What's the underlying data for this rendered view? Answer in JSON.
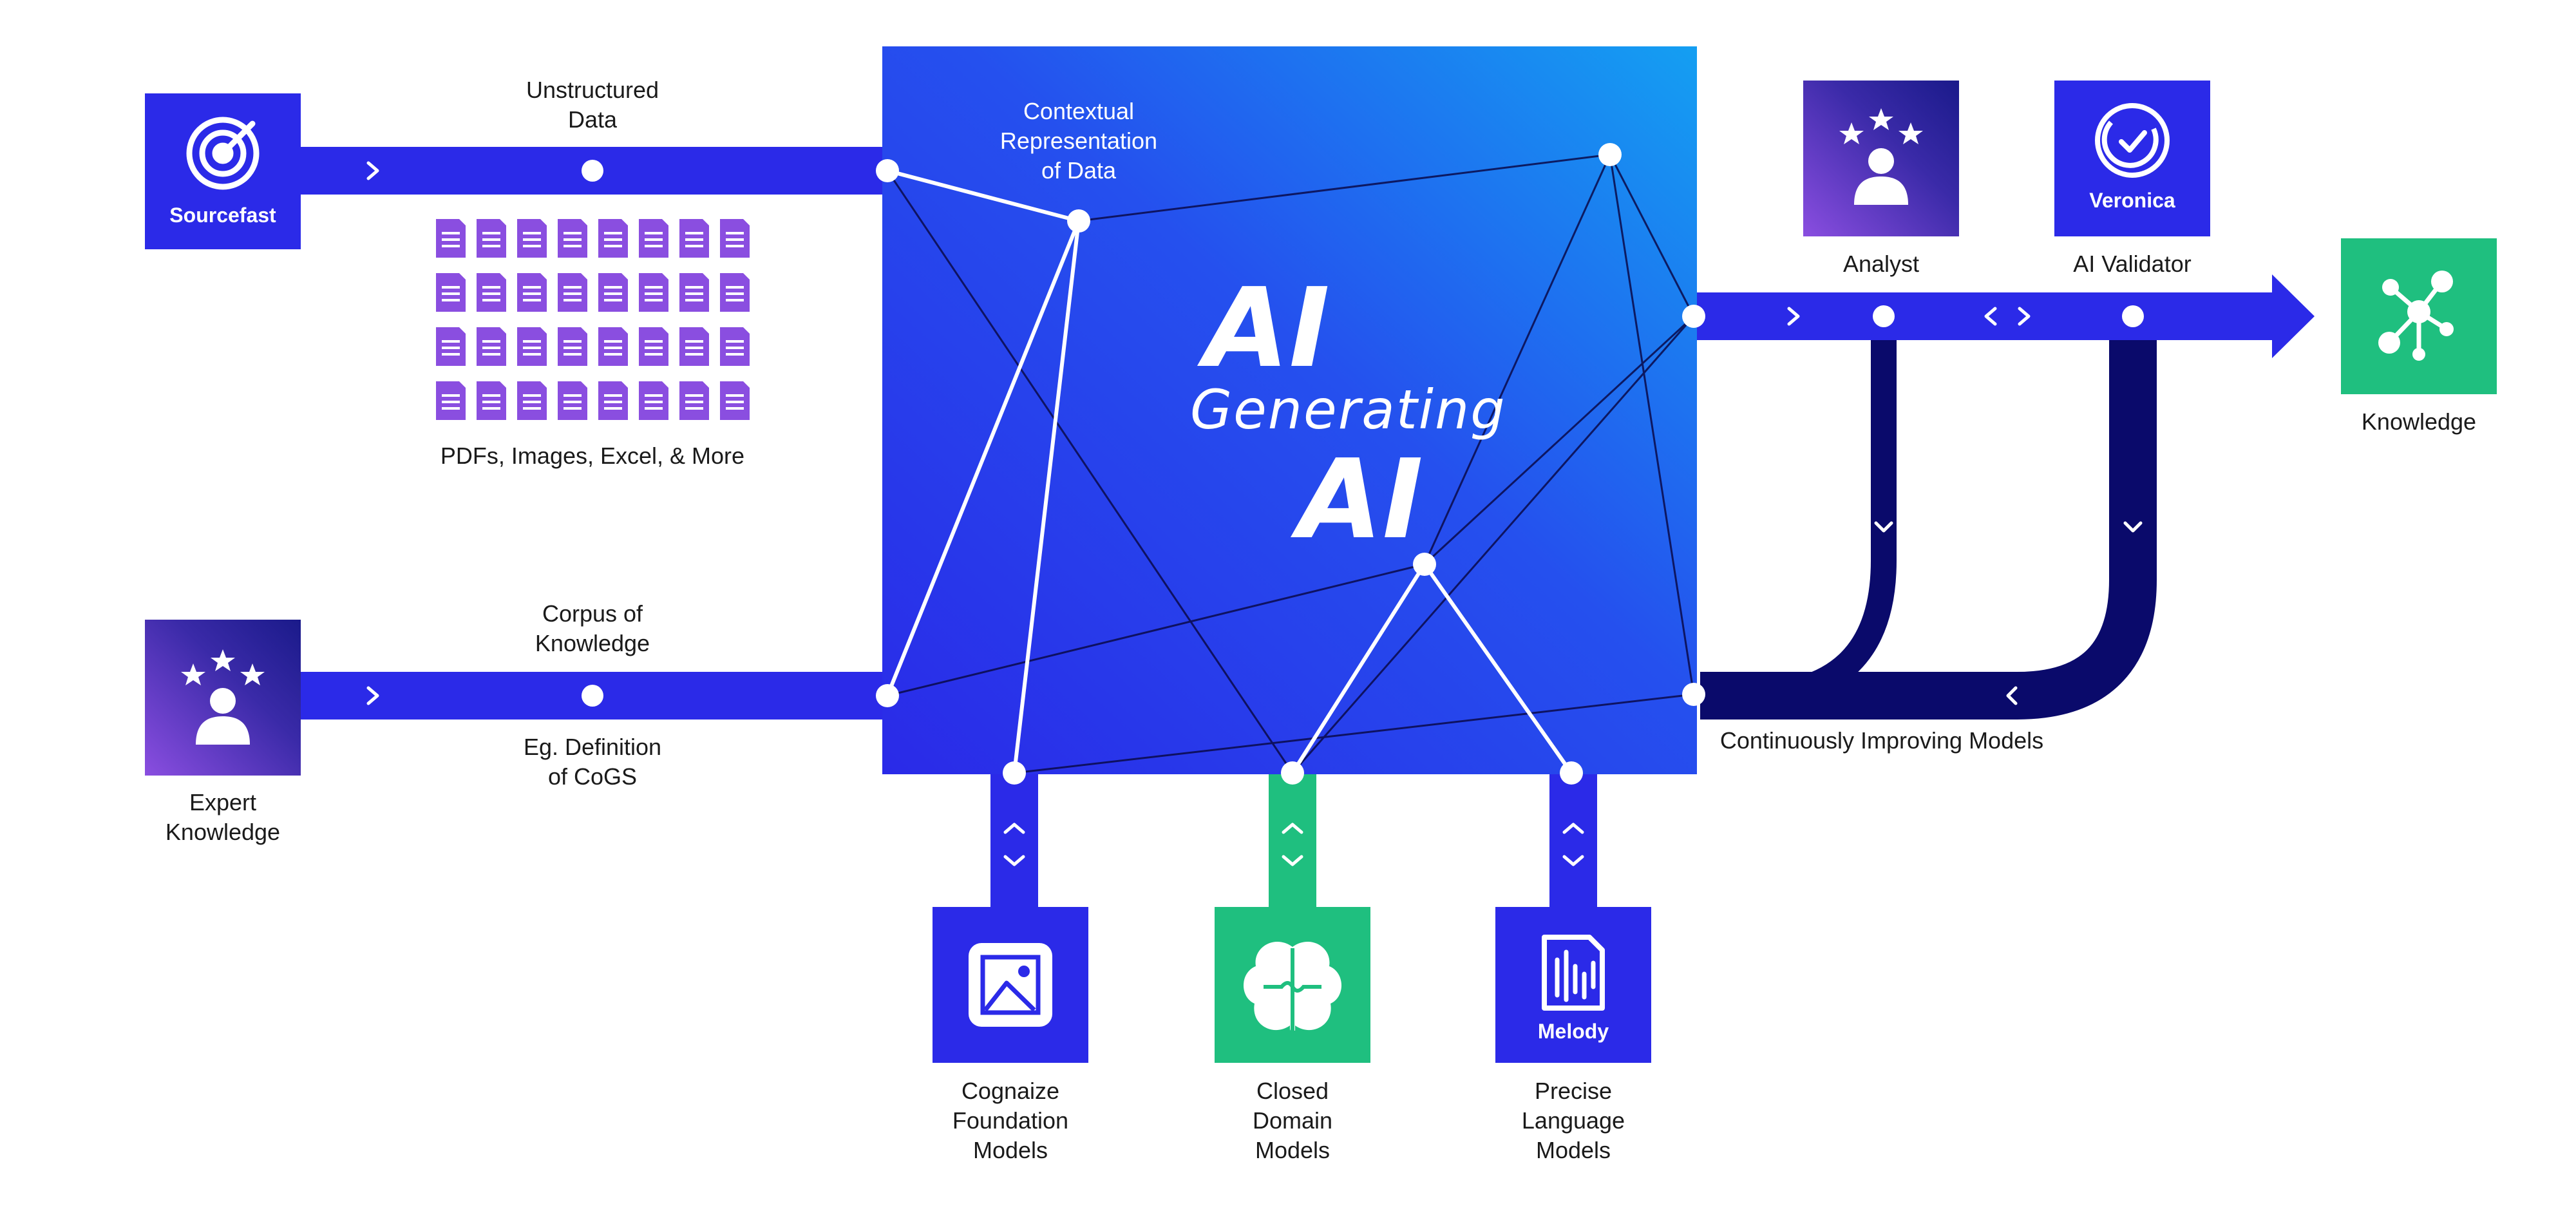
{
  "colors": {
    "blue": "#2b2ae8",
    "navy": "#0a0a6b",
    "green": "#1fbf7f",
    "purple": "#8a4ee0",
    "white": "#ffffff"
  },
  "sources": {
    "sourcefast": {
      "label": "Sourcefast",
      "icon": "radar-target-icon"
    },
    "expert": {
      "label_line1": "Expert",
      "label_line2": "Knowledge",
      "icon": "expert-stars-person-icon"
    }
  },
  "flows": {
    "unstructured": {
      "line1": "Unstructured",
      "line2": "Data"
    },
    "files_caption": "PDFs, Images, Excel, & More",
    "corpus": {
      "line1": "Corpus of",
      "line2": "Knowledge"
    },
    "example": {
      "line1": "Eg. Definition",
      "line2": "of CoGS"
    }
  },
  "core": {
    "contextual": {
      "line1": "Contextual",
      "line2": "Representation",
      "line3": "of Data"
    },
    "ai_top": "AI",
    "generating": "Generating",
    "ai_bottom": "AI"
  },
  "models": [
    {
      "line1": "Cognaize",
      "line2": "Foundation",
      "line3": "Models",
      "icon": "image-frame-icon",
      "tag": ""
    },
    {
      "line1": "Closed",
      "line2": "Domain",
      "line3": "Models",
      "icon": "brain-puzzle-icon",
      "tag": ""
    },
    {
      "line1": "Precise",
      "line2": "Language",
      "line3": "Models",
      "icon": "document-waveform-icon",
      "tag": "Melody"
    }
  ],
  "validation": {
    "analyst": {
      "label": "Analyst",
      "icon": "analyst-stars-person-icon"
    },
    "validator": {
      "label": "AI Validator",
      "badge": "Veronica",
      "icon": "check-target-icon"
    },
    "loop_caption": "Continuously Improving Models"
  },
  "output": {
    "label": "Knowledge",
    "icon": "network-nodes-icon"
  }
}
